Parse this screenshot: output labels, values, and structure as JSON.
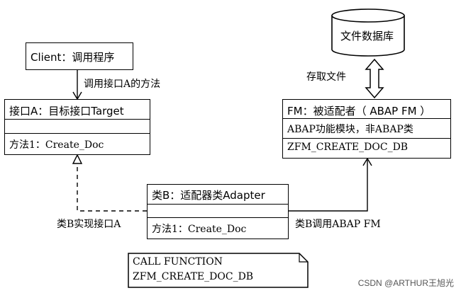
{
  "database": {
    "label": "文件数据库"
  },
  "client": {
    "title": "Client：调用程序"
  },
  "interface_a": {
    "title": "接口A：目标接口Target",
    "method": "方法1：Create_Doc"
  },
  "fm": {
    "title": "FM：被适配者（ ABAP FM ）",
    "line1": "ABAP功能模块，非ABAP类",
    "line2": "ZFM_CREATE_DOC_DB"
  },
  "adapter_b": {
    "title": "类B：适配器类Adapter",
    "method": "方法1：Create_Doc"
  },
  "note": {
    "line1": "CALL FUNCTION",
    "line2": "ZFM_CREATE_DOC_DB"
  },
  "labels": {
    "client_calls": "调用接口A的方法",
    "file_access": "存取文件",
    "b_implements": "类B实现接口A",
    "b_calls_fm": "类B调用ABAP FM"
  },
  "watermark": "CSDN @ARTHUR王旭光"
}
